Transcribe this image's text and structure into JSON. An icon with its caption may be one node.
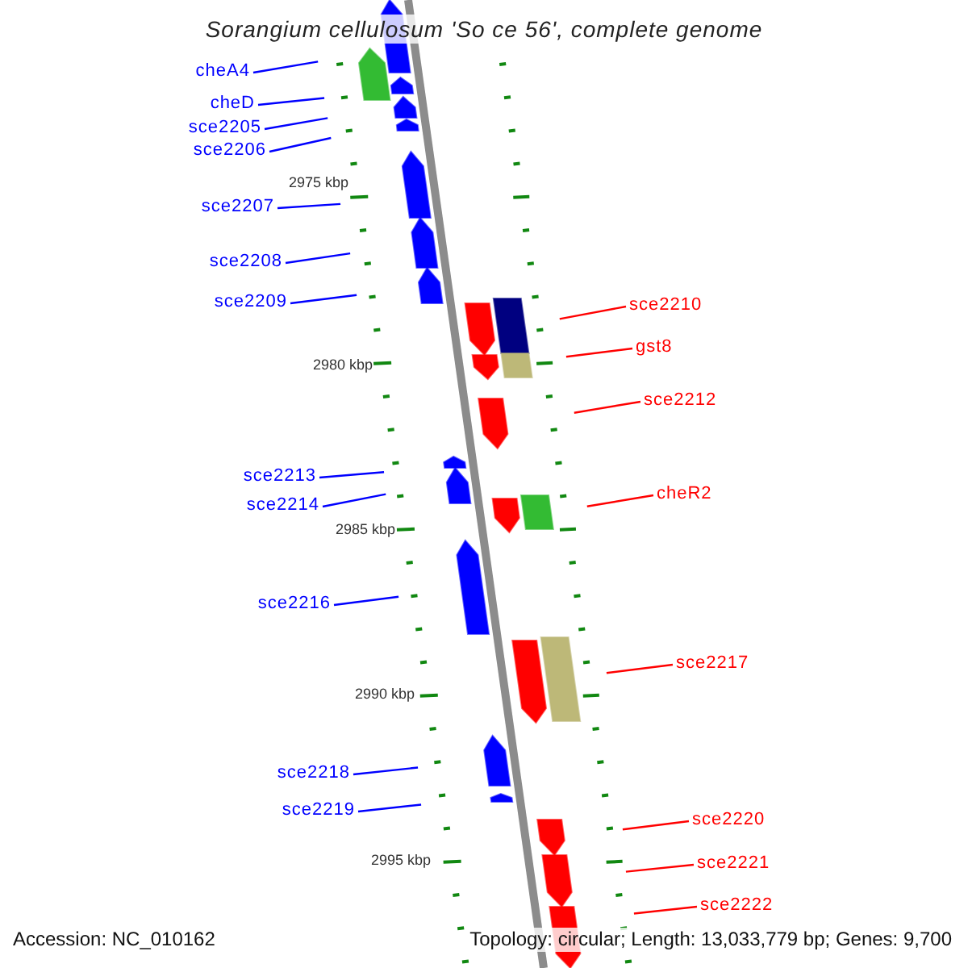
{
  "diagram": {
    "title": "Sorangium cellulosum 'So ce 56', complete genome",
    "nodes": [
      {
        "text": [
          "cheA4"
        ]
      },
      {
        "text": [
          "cheD"
        ]
      },
      {
        "text": [
          "sce2205"
        ]
      },
      {
        "text": [
          "sce2206"
        ]
      },
      {
        "text": [
          "sce2207"
        ]
      },
      {
        "text": [
          "sce2208"
        ]
      },
      {
        "text": [
          "sce2209"
        ]
      },
      {
        "text": [
          "sce2210"
        ]
      },
      {
        "text": [
          "gst8"
        ]
      },
      {
        "text": [
          "sce2212"
        ]
      },
      {
        "text": [
          "sce2213"
        ]
      },
      {
        "text": [
          "sce2214"
        ]
      },
      {
        "text": [
          "cheR2"
        ]
      },
      {
        "text": [
          "sce2216"
        ]
      },
      {
        "text": [
          "sce2217"
        ]
      },
      {
        "text": [
          "sce2218"
        ]
      },
      {
        "text": [
          "sce2219"
        ]
      },
      {
        "text": [
          "sce2220"
        ]
      },
      {
        "text": [
          "sce2221"
        ]
      },
      {
        "text": [
          "sce2222"
        ]
      }
    ],
    "edges": [
      {
        "from": 0,
        "to": null,
        "arrow": "none"
      },
      {
        "from": 1,
        "to": null,
        "arrow": "none"
      },
      {
        "from": 2,
        "to": null,
        "arrow": "none"
      },
      {
        "from": 3,
        "to": null,
        "arrow": "none"
      },
      {
        "from": 4,
        "to": null,
        "arrow": "none"
      },
      {
        "from": 5,
        "to": null,
        "arrow": "none"
      },
      {
        "from": 6,
        "to": null,
        "arrow": "none"
      },
      {
        "from": 7,
        "to": null,
        "arrow": "none",
        "color": "#ff0000"
      },
      {
        "from": 8,
        "to": null,
        "arrow": "none",
        "color": "#ff0000"
      },
      {
        "from": 9,
        "to": null,
        "arrow": "none",
        "color": "#ff0000"
      },
      {
        "from": 10,
        "to": null,
        "arrow": "none"
      },
      {
        "from": 11,
        "to": null,
        "arrow": "none"
      },
      {
        "from": 12,
        "to": null,
        "arrow": "none",
        "color": "#ff0000"
      },
      {
        "from": 13,
        "to": null,
        "arrow": "none"
      },
      {
        "from": 14,
        "to": null,
        "arrow": "none",
        "color": "#ff0000"
      },
      {
        "from": 15,
        "to": null,
        "arrow": "none"
      },
      {
        "from": 16,
        "to": null,
        "arrow": "none"
      },
      {
        "from": 17,
        "to": null,
        "arrow": "none",
        "color": "#ff0000"
      },
      {
        "from": 18,
        "to": null,
        "arrow": "none",
        "color": "#ff0000"
      },
      {
        "from": 19,
        "to": null,
        "arrow": "none",
        "color": "#ff0000"
      }
    ],
    "labels": [
      "2975 kbp",
      "2980 kbp",
      "2985 kbp",
      "2990 kbp",
      "2995 kbp",
      "Accession: NC_010162",
      "Topology: circular; Length: 13,033,779 bp; Genes: 9,700"
    ]
  }
}
